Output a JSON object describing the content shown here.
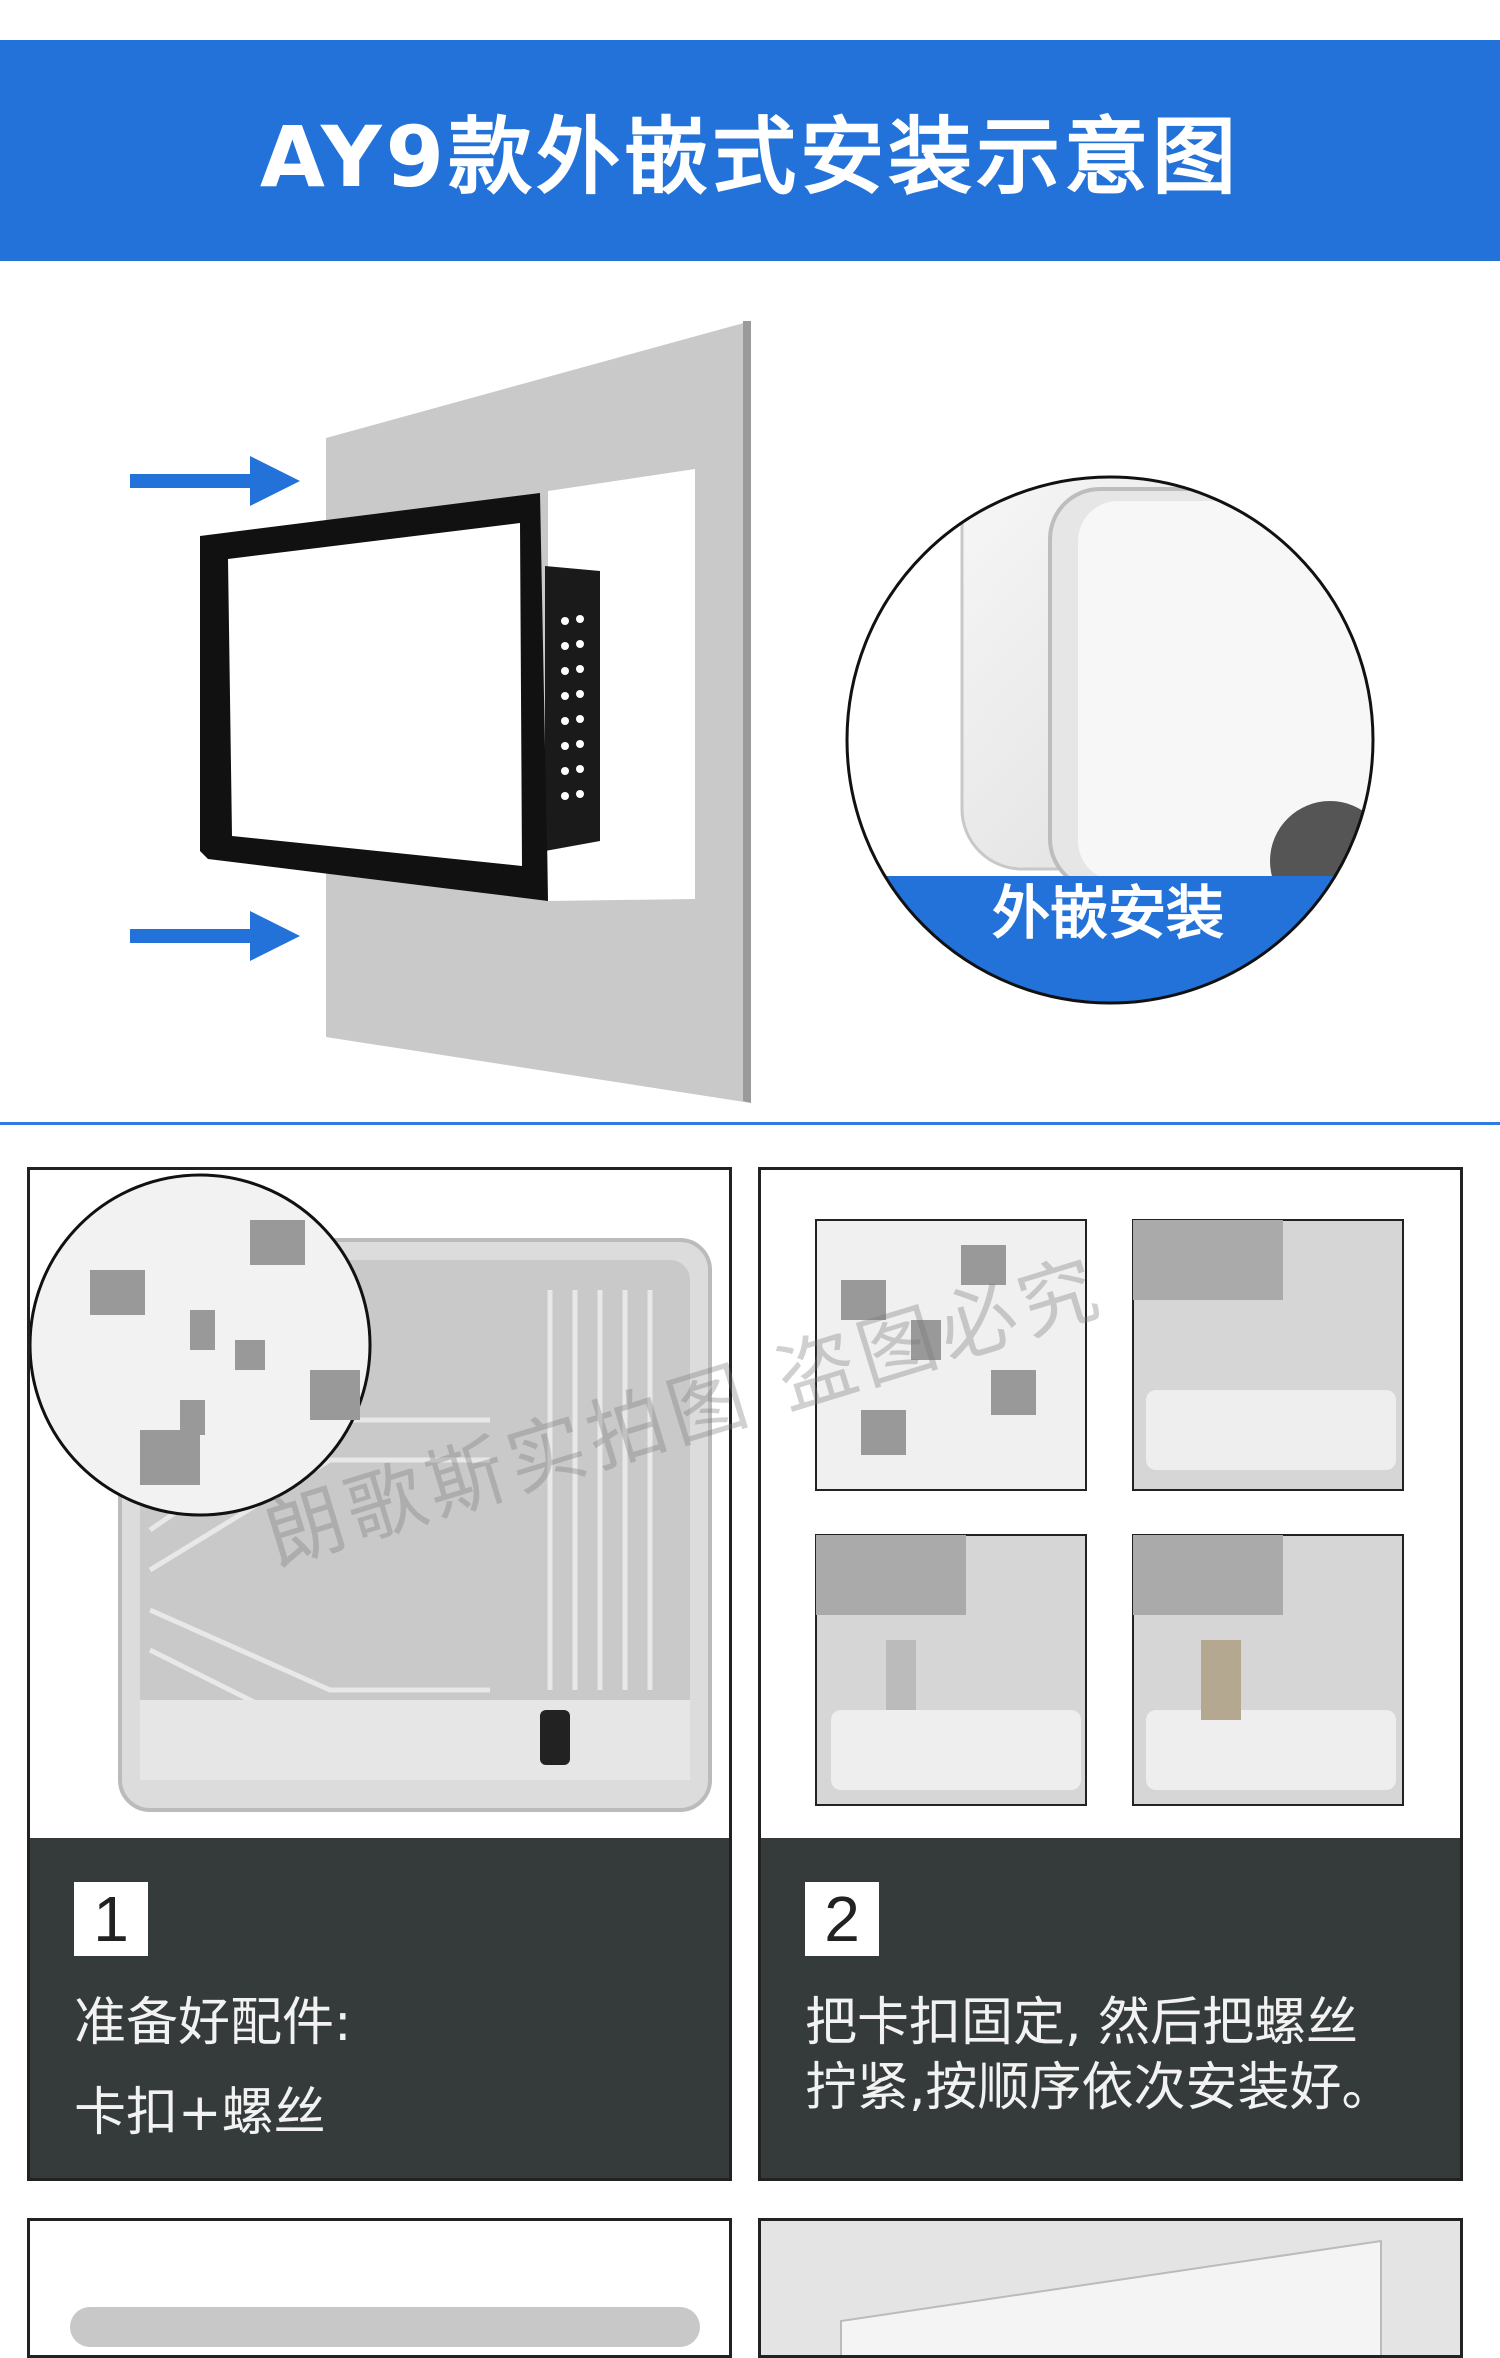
{
  "header": {
    "title": "AY9款外嵌式安装示意图"
  },
  "illustration": {
    "badge_label": "外嵌安装",
    "arrow_icon": "arrow-right-icon"
  },
  "steps": [
    {
      "number": "1",
      "lines": [
        "准备好配件:",
        "卡扣+螺丝"
      ]
    },
    {
      "number": "2",
      "lines": [
        "把卡扣固定, 然后把螺丝",
        "拧紧,按顺序依次安装好。"
      ]
    }
  ],
  "watermark": "朗歌斯实拍图  盗图必究",
  "colors": {
    "brand_blue": "#2272d9",
    "panel_dark": "#353b3b"
  }
}
